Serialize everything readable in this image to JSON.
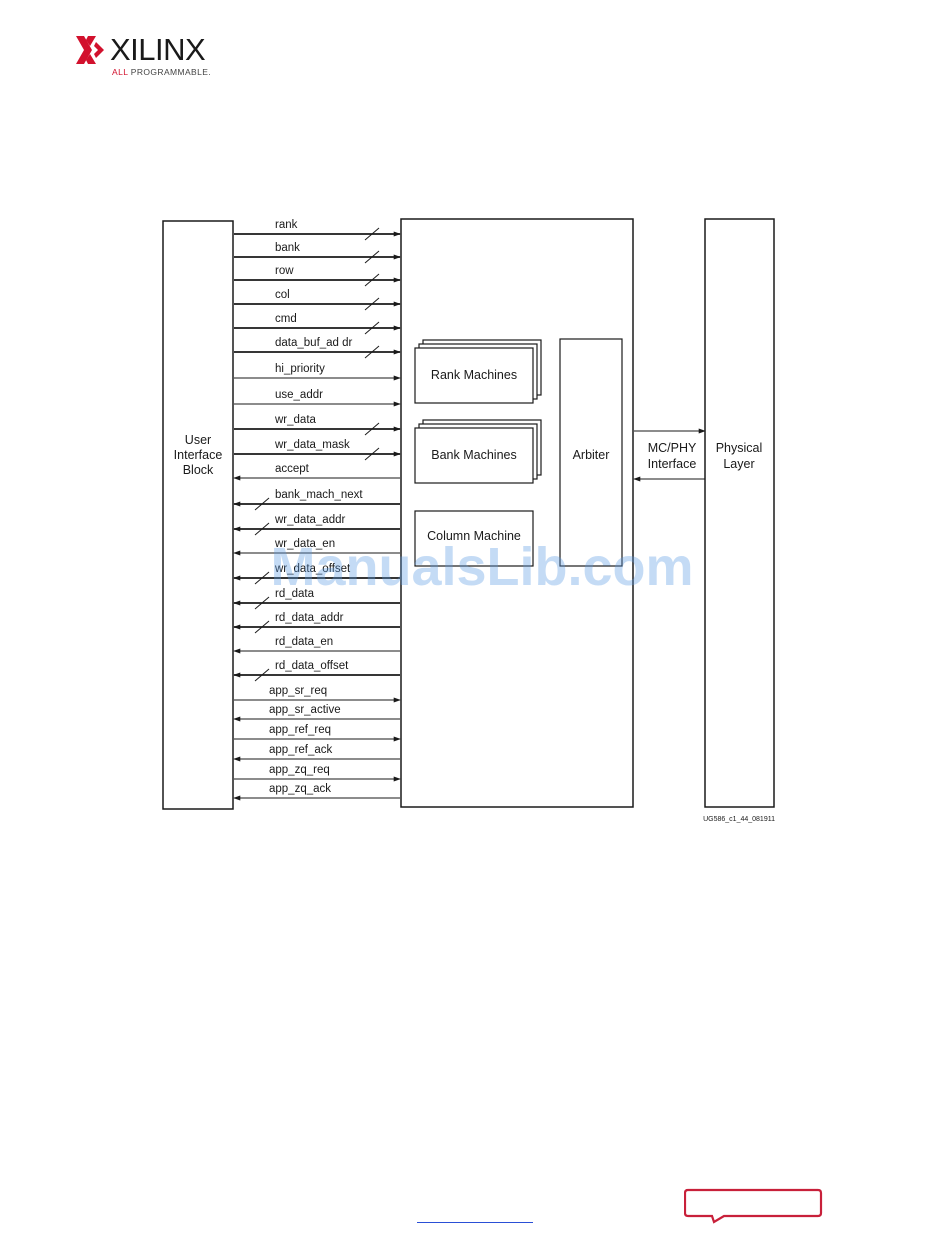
{
  "brand": {
    "name": "XILINX",
    "tagline_accent": "ALL",
    "tagline_rest": " PROGRAMMABLE.",
    "red": "#d2112d"
  },
  "blocks": {
    "user_interface_lines": [
      "User",
      "Interface",
      "Block"
    ],
    "rank_machines": "Rank Machines",
    "bank_machines": "Bank Machines",
    "column_machine": "Column Machine",
    "arbiter": "Arbiter",
    "mc_phy_lines": [
      "MC/PHY",
      "Interface"
    ],
    "physical_layer_lines": [
      "Physical",
      "Layer"
    ]
  },
  "signals": [
    {
      "name": "rank",
      "dir": "in",
      "bus": true
    },
    {
      "name": "bank",
      "dir": "in",
      "bus": true
    },
    {
      "name": "row",
      "dir": "in",
      "bus": true
    },
    {
      "name": "col",
      "dir": "in",
      "bus": true
    },
    {
      "name": "cmd",
      "dir": "in",
      "bus": true
    },
    {
      "name": "data_buf_ad dr",
      "dir": "in",
      "bus": true
    },
    {
      "name": "hi_priority",
      "dir": "in",
      "bus": false
    },
    {
      "name": "use_addr",
      "dir": "in",
      "bus": false
    },
    {
      "name": "wr_data",
      "dir": "in",
      "bus": true
    },
    {
      "name": "wr_data_mask",
      "dir": "in",
      "bus": true
    },
    {
      "name": "accept",
      "dir": "out",
      "bus": false
    },
    {
      "name": "bank_mach_next",
      "dir": "out",
      "bus": true
    },
    {
      "name": "wr_data_addr",
      "dir": "out",
      "bus": true
    },
    {
      "name": "wr_data_en",
      "dir": "out",
      "bus": false
    },
    {
      "name": "wr_data_offset",
      "dir": "out",
      "bus": true
    },
    {
      "name": "rd_data",
      "dir": "out",
      "bus": true
    },
    {
      "name": "rd_data_addr",
      "dir": "out",
      "bus": true
    },
    {
      "name": "rd_data_en",
      "dir": "out",
      "bus": false
    },
    {
      "name": "rd_data_offset",
      "dir": "out",
      "bus": true
    },
    {
      "name": "app_sr_req",
      "dir": "in",
      "bus": false
    },
    {
      "name": "app_sr_active",
      "dir": "out",
      "bus": false
    },
    {
      "name": "app_ref_req",
      "dir": "in",
      "bus": false
    },
    {
      "name": "app_ref_ack",
      "dir": "out",
      "bus": false
    },
    {
      "name": "app_zq_req",
      "dir": "in",
      "bus": false
    },
    {
      "name": "app_zq_ack",
      "dir": "out",
      "bus": false
    }
  ],
  "figure_id": "UG586_c1_44_081911",
  "watermark": "ManualsLib.com",
  "colors": {
    "line": "#1a1a1a",
    "watermark": "#5a9be4",
    "footer_badge": "#c8203a",
    "link": "#2a4fd6"
  }
}
